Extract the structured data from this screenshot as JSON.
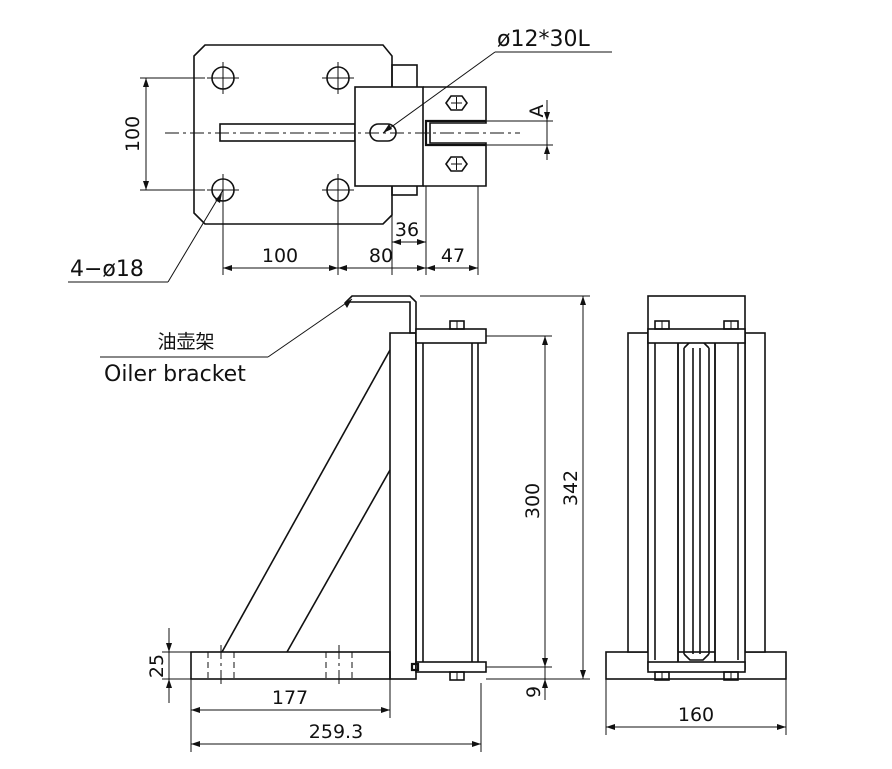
{
  "labels": {
    "slot_callout": "ø12*30L",
    "holes_callout": "4−ø18",
    "datum": "A",
    "oiler_cn": "油壶架",
    "oiler_en": "Oiler bracket"
  },
  "dimensions": {
    "plate_height": "100",
    "hole_spacing": "100",
    "offset_80": "80",
    "offset_36": "36",
    "offset_47": "47",
    "height_342": "342",
    "height_300": "300",
    "base_25": "25",
    "gap_9": "9",
    "length_177": "177",
    "length_259": "259.3",
    "width_160": "160"
  }
}
